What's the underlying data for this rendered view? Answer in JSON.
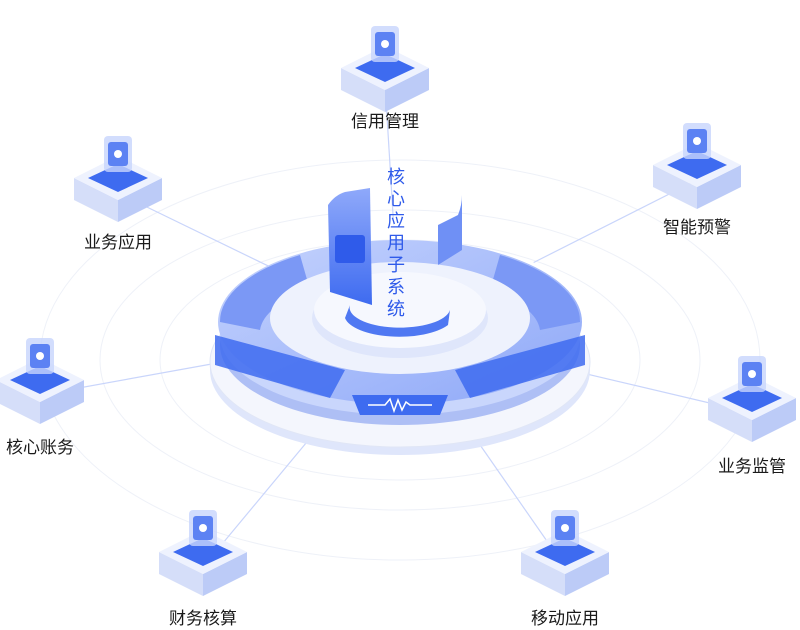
{
  "center": {
    "title": "核心应用子系统"
  },
  "nodes": [
    {
      "label": "信用管理",
      "icon": "coin-hand-icon"
    },
    {
      "label": "智能预警",
      "icon": "alarm-icon"
    },
    {
      "label": "业务监管",
      "icon": "chart-monitor-icon"
    },
    {
      "label": "移动应用",
      "icon": "mobile-phone-icon"
    },
    {
      "label": "财务核算",
      "icon": "money-bag-icon"
    },
    {
      "label": "核心账务",
      "icon": "document-icon"
    },
    {
      "label": "业务应用",
      "icon": "computer-monitor-icon"
    }
  ],
  "colors": {
    "primary": "#3e6bf0",
    "light": "#a9bdfb",
    "pale": "#e8eefe",
    "title": "#2f5bea"
  }
}
